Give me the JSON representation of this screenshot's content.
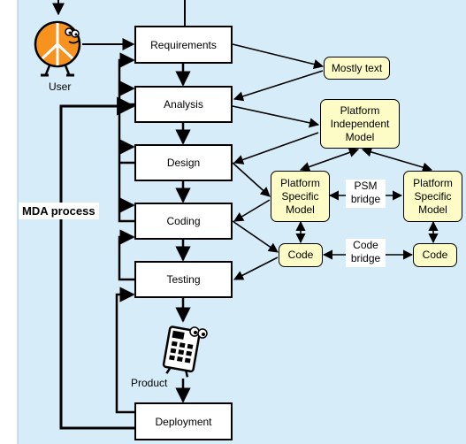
{
  "phases": {
    "requirements": "Requirements",
    "analysis": "Analysis",
    "design": "Design",
    "coding": "Coding",
    "testing": "Testing",
    "deployment": "Deployment"
  },
  "artifacts": {
    "mostly_text": "Mostly text",
    "pim": "Platform Independent Model",
    "psm_left": "Platform Specific Model",
    "psm_right": "Platform Specific Model",
    "code_left": "Code",
    "code_right": "Code"
  },
  "bridges": {
    "psm_bridge": "PSM bridge",
    "code_bridge": "Code bridge"
  },
  "labels": {
    "user": "User",
    "product": "Product",
    "process": "MDA process"
  }
}
